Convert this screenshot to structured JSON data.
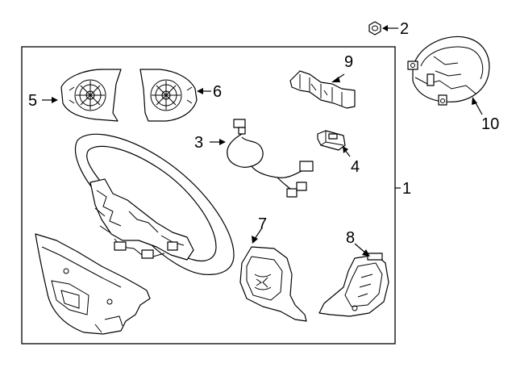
{
  "diagram": {
    "callouts": {
      "c1": "1",
      "c2": "2",
      "c3": "3",
      "c4": "4",
      "c5": "5",
      "c6": "6",
      "c7": "7",
      "c8": "8",
      "c9": "9",
      "c10": "10"
    },
    "colors": {
      "line": "#000000",
      "background": "#ffffff"
    }
  }
}
